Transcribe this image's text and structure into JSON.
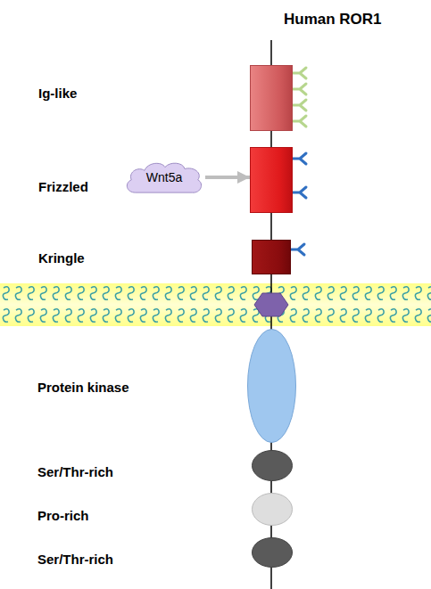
{
  "diagram": {
    "title": "Human ROR1",
    "nodes": [
      {
        "text": [
          "Ig-like"
        ]
      },
      {
        "text": [
          "Frizzled"
        ]
      },
      {
        "text": [
          "Wnt5a"
        ]
      },
      {
        "text": [
          "Kringle"
        ]
      },
      {
        "text": [
          "Protein kinase"
        ]
      },
      {
        "text": [
          "Ser/Thr-rich"
        ]
      },
      {
        "text": [
          "Pro-rich"
        ]
      },
      {
        "text": [
          "Ser/Thr-rich"
        ]
      }
    ],
    "edges": [
      {
        "from": 2,
        "to": 1,
        "arrow": "to"
      }
    ]
  }
}
